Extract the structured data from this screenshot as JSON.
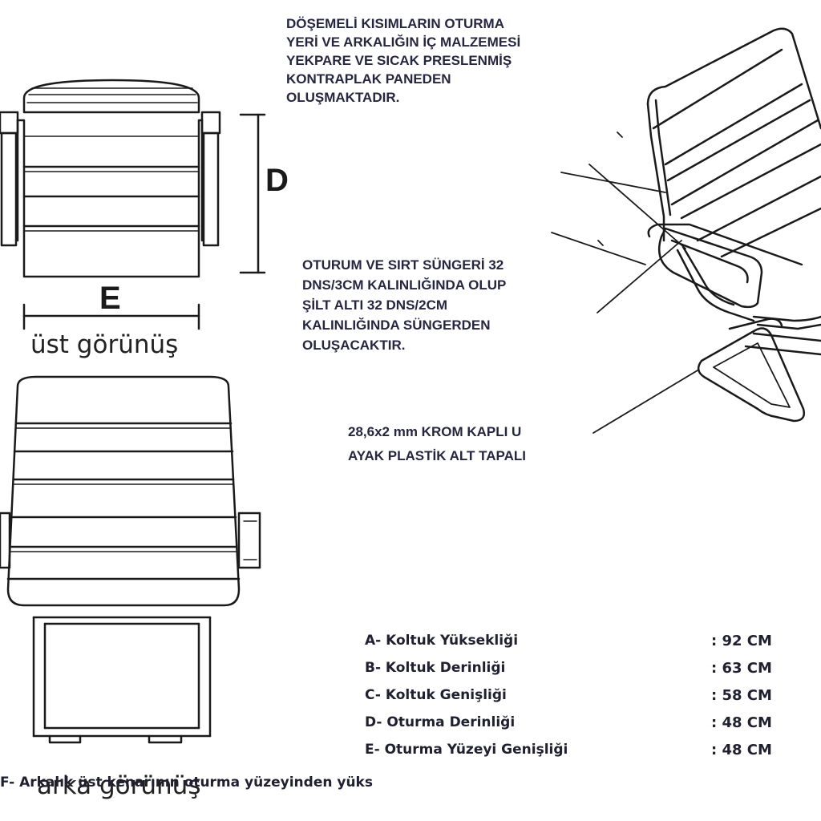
{
  "notes": {
    "material": [
      "DÖŞEMELİ KISIMLARIN OTURMA",
      "YERİ VE ARKALIĞIN İÇ MALZEMESİ",
      "YEKPARE VE SICAK PRESLENMİŞ",
      "KONTRAPLAK PANEDEN",
      "OLUŞMAKTADIR."
    ],
    "foam": [
      "OTURUM VE SIRT SÜNGERİ 32",
      "DNS/3CM KALINLIĞINDA OLUP",
      "ŞİLT ALTI 32 DNS/2CM",
      "KALINLIĞINDA SÜNGERDEN",
      "OLUŞACAKTIR."
    ],
    "leg": [
      "28,6x2 mm KROM KAPLI  U",
      "AYAK PLASTİK ALT TAPALI"
    ]
  },
  "dimensions": {
    "depth_letter": "D",
    "width_letter": "E"
  },
  "views": {
    "top": "üst görünüş",
    "back": "arka görünüş"
  },
  "specs": [
    {
      "label": "A- Koltuk Yüksekliği",
      "value": ": 92 CM"
    },
    {
      "label": "B- Koltuk Derinliği",
      "value": ":  63 CM"
    },
    {
      "label": "C- Koltuk Genişliği",
      "value": ":  58 CM"
    },
    {
      "label": "D- Oturma Derinliği",
      "value": ":  48 CM"
    },
    {
      "label": "E- Oturma Yüzeyi Genişliği",
      "value": ":  48 CM"
    }
  ],
  "spec_tail": "F- Arkalık üst kenarının oturma yüzeyinden yüks"
}
